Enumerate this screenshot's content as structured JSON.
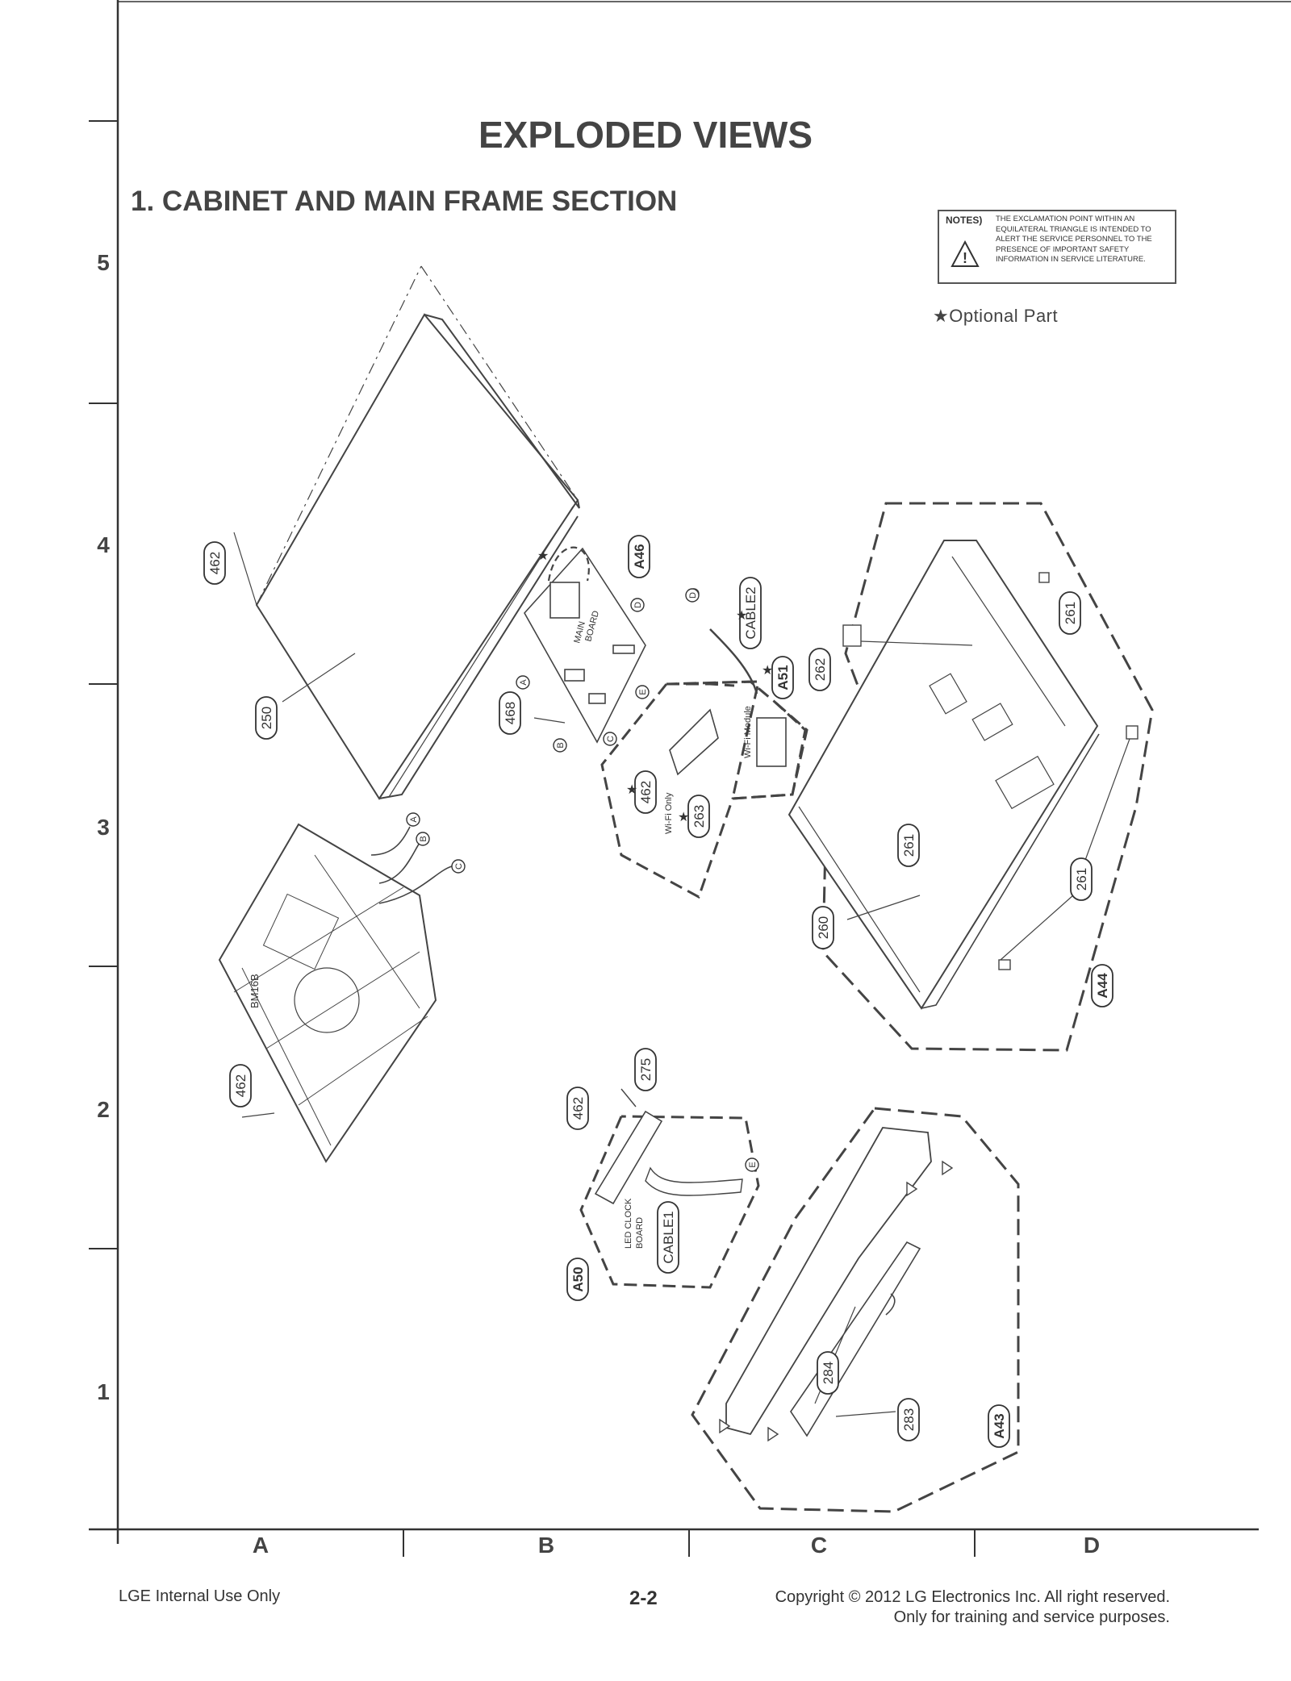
{
  "page": {
    "title": "EXPLODED VIEWS",
    "section_title": "1. CABINET AND MAIN FRAME SECTION"
  },
  "notes": {
    "label": "NOTES)",
    "text": "THE EXCLAMATION POINT WITHIN AN EQUILATERAL TRIANGLE IS INTENDED TO ALERT THE SERVICE PERSONNEL TO THE PRESENCE OF IMPORTANT SAFETY INFORMATION IN SERVICE LITERATURE."
  },
  "optional_part": "★Optional Part",
  "grid": {
    "columns": [
      "A",
      "B",
      "C",
      "D"
    ],
    "rows": [
      "5",
      "4",
      "3",
      "2",
      "1"
    ]
  },
  "parts": {
    "p462_top": "462",
    "p250": "250",
    "a46": "A46",
    "main_board": [
      "MAIN",
      "BOARD"
    ],
    "p468": "468",
    "cable2": "CABLE2",
    "a51": "A51",
    "wifi_module": "Wi-Fi Module",
    "wifi_only": "Wi-Fi Only",
    "p462_wifi": "462",
    "p263": "263",
    "p262": "262",
    "p261_top": "261",
    "p261_mid": "261",
    "p261_right": "261",
    "p260": "260",
    "a44": "A44",
    "bm16b": "BM16B",
    "p462_left": "462",
    "p462_led": "462",
    "p275": "275",
    "led_clock": [
      "LED CLOCK",
      "BOARD"
    ],
    "cable1": "CABLE1",
    "a50": "A50",
    "p284": "284",
    "p283": "283",
    "a43": "A43"
  },
  "connectors": {
    "a": "A",
    "b": "B",
    "c": "C",
    "d": "D",
    "e": "E"
  },
  "footer": {
    "left": "LGE Internal Use Only",
    "page": "2-2",
    "copyright": "Copyright © 2012 LG Electronics Inc. All right reserved.",
    "training": "Only for training and service purposes."
  }
}
